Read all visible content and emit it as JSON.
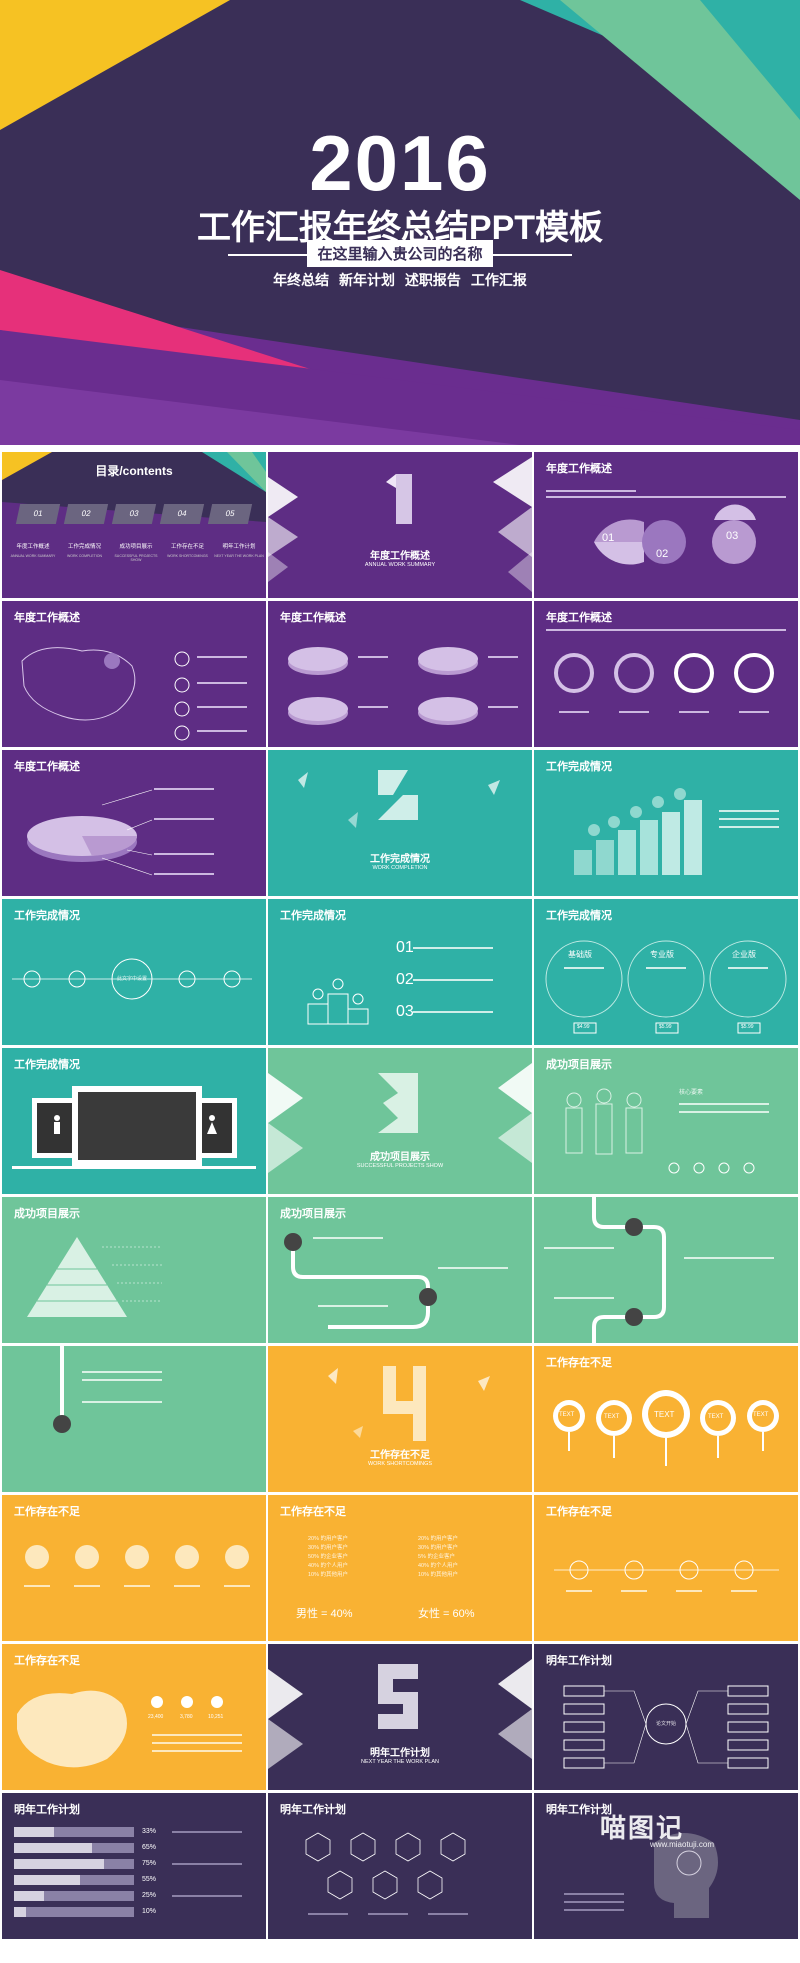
{
  "colors": {
    "purple": "#5e2d84",
    "dark": "#3a2f57",
    "teal": "#2fb1a6",
    "green": "#6fc59a",
    "orange": "#f9b233",
    "pink": "#e6307a",
    "yellow": "#f6c223"
  },
  "hero": {
    "year": "2016",
    "title": "工作汇报年终总结PPT模板",
    "company": "在这里输入贵公司的名称",
    "tags": "年终总结  新年计划  述职报告  工作汇报"
  },
  "slides": {
    "s1": {
      "title": "目录/contents",
      "nums": [
        "01",
        "02",
        "03",
        "04",
        "05"
      ],
      "items": [
        "年度工作概述",
        "工作完成情况",
        "成功项目展示",
        "工作存在不足",
        "明年工作计划"
      ],
      "items_en": [
        "ANNUAL WORK SUMMARY",
        "WORK COMPLETION",
        "SUCCESSFUL PROJECTS SHOW",
        "WORK SHORTCOMINGS",
        "NEXT YEAR THE WORK PLAN"
      ]
    },
    "s2": {
      "title": "年度工作概述",
      "sub": "ANNUAL WORK SUMMARY"
    },
    "s3": {
      "title": "年度工作概述",
      "nums": [
        "01",
        "02",
        "03"
      ]
    },
    "s4": {
      "title": "年度工作概述"
    },
    "s5": {
      "title": "年度工作概述"
    },
    "s6": {
      "title": "年度工作概述"
    },
    "s7": {
      "title": "年度工作概述"
    },
    "s8": {
      "title": "工作完成情况",
      "sub": "WORK COMPLETION"
    },
    "s9": {
      "title": "工作完成情况"
    },
    "s10": {
      "title": "工作完成情况",
      "center": "此文字中设置"
    },
    "s11": {
      "title": "工作完成情况",
      "nums": [
        "01",
        "02",
        "03"
      ]
    },
    "s12": {
      "title": "工作完成情况",
      "tiers": [
        "基础版",
        "专业版",
        "企业版"
      ],
      "prices": [
        "$4.99",
        "$5.99",
        "$5.99"
      ]
    },
    "s13": {
      "title": "工作完成情况"
    },
    "s14": {
      "title": "成功项目展示",
      "sub": "SUCCESSFUL PROJECTS SHOW"
    },
    "s15": {
      "title": "成功项目展示",
      "label": "核心要素"
    },
    "s16": {
      "title": "成功项目展示"
    },
    "s17": {
      "title": "成功项目展示"
    },
    "s18": {},
    "s19": {},
    "s20": {
      "title": "工作存在不足",
      "sub": "WORK SHORTCOMINGS"
    },
    "s21": {
      "title": "工作存在不足",
      "pins": [
        "TEXT",
        "TEXT",
        "TEXT",
        "TEXT",
        "TEXT"
      ]
    },
    "s22": {
      "title": "工作存在不足"
    },
    "s23": {
      "title": "工作存在不足",
      "left": [
        "20% 的用户客户",
        "30% 的用户客户",
        "50% 的企业客户",
        "40% 的个人用户",
        "10% 的其他用户"
      ],
      "right": [
        "20% 的用户客户",
        "30% 的用户客户",
        "5% 的企业客户",
        "40% 的个人用户",
        "10% 的其他用户"
      ],
      "male": "男性 = 40%",
      "female": "女性 = 60%"
    },
    "s24": {
      "title": "工作存在不足"
    },
    "s25": {
      "title": "工作存在不足",
      "stats": [
        "23,400",
        "3,780",
        "10,251"
      ]
    },
    "s26": {
      "title": "明年工作计划",
      "sub": "NEXT YEAR THE WORK PLAN"
    },
    "s27": {
      "title": "明年工作计划",
      "center": "论文开始"
    },
    "s28": {
      "title": "明年工作计划",
      "pcts": [
        "33%",
        "65%",
        "75%",
        "55%",
        "25%",
        "10%"
      ]
    },
    "s29": {
      "title": "明年工作计划"
    },
    "s30": {
      "title": "明年工作计划"
    }
  },
  "watermark": {
    "text": "喵图记",
    "url": "www.miaotuji.com"
  }
}
